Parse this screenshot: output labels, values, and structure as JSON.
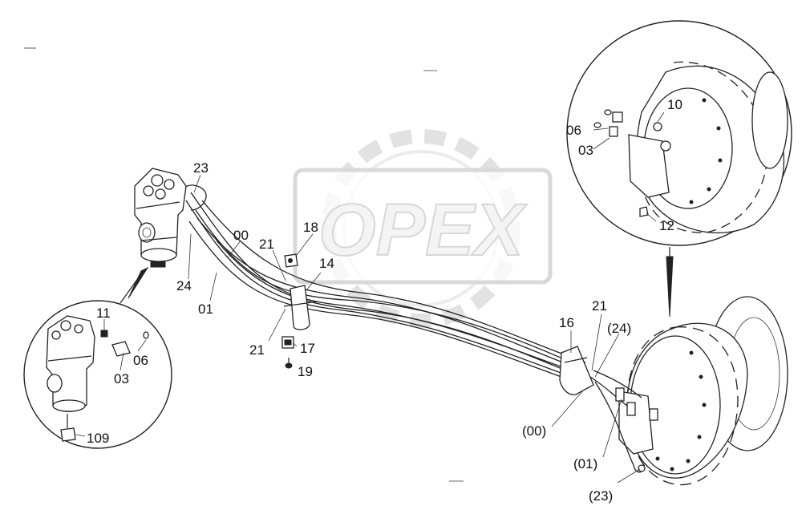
{
  "watermark": {
    "text": "OPEX"
  },
  "labels": {
    "l23_top": "23",
    "l00": "00",
    "l21_a": "21",
    "l18": "18",
    "l14": "14",
    "l24": "24",
    "l01": "01",
    "l21_b": "21",
    "l17": "17",
    "l19": "19",
    "l16": "16",
    "l21_c": "21",
    "l24p": "(24)",
    "l00p": "(00)",
    "l01p": "(01)",
    "l23p": "(23)",
    "l10": "10",
    "l06_r": "06",
    "l03_r": "03",
    "l12": "12",
    "l11": "11",
    "l06_l": "06",
    "l03_l": "03",
    "l109": "109"
  }
}
